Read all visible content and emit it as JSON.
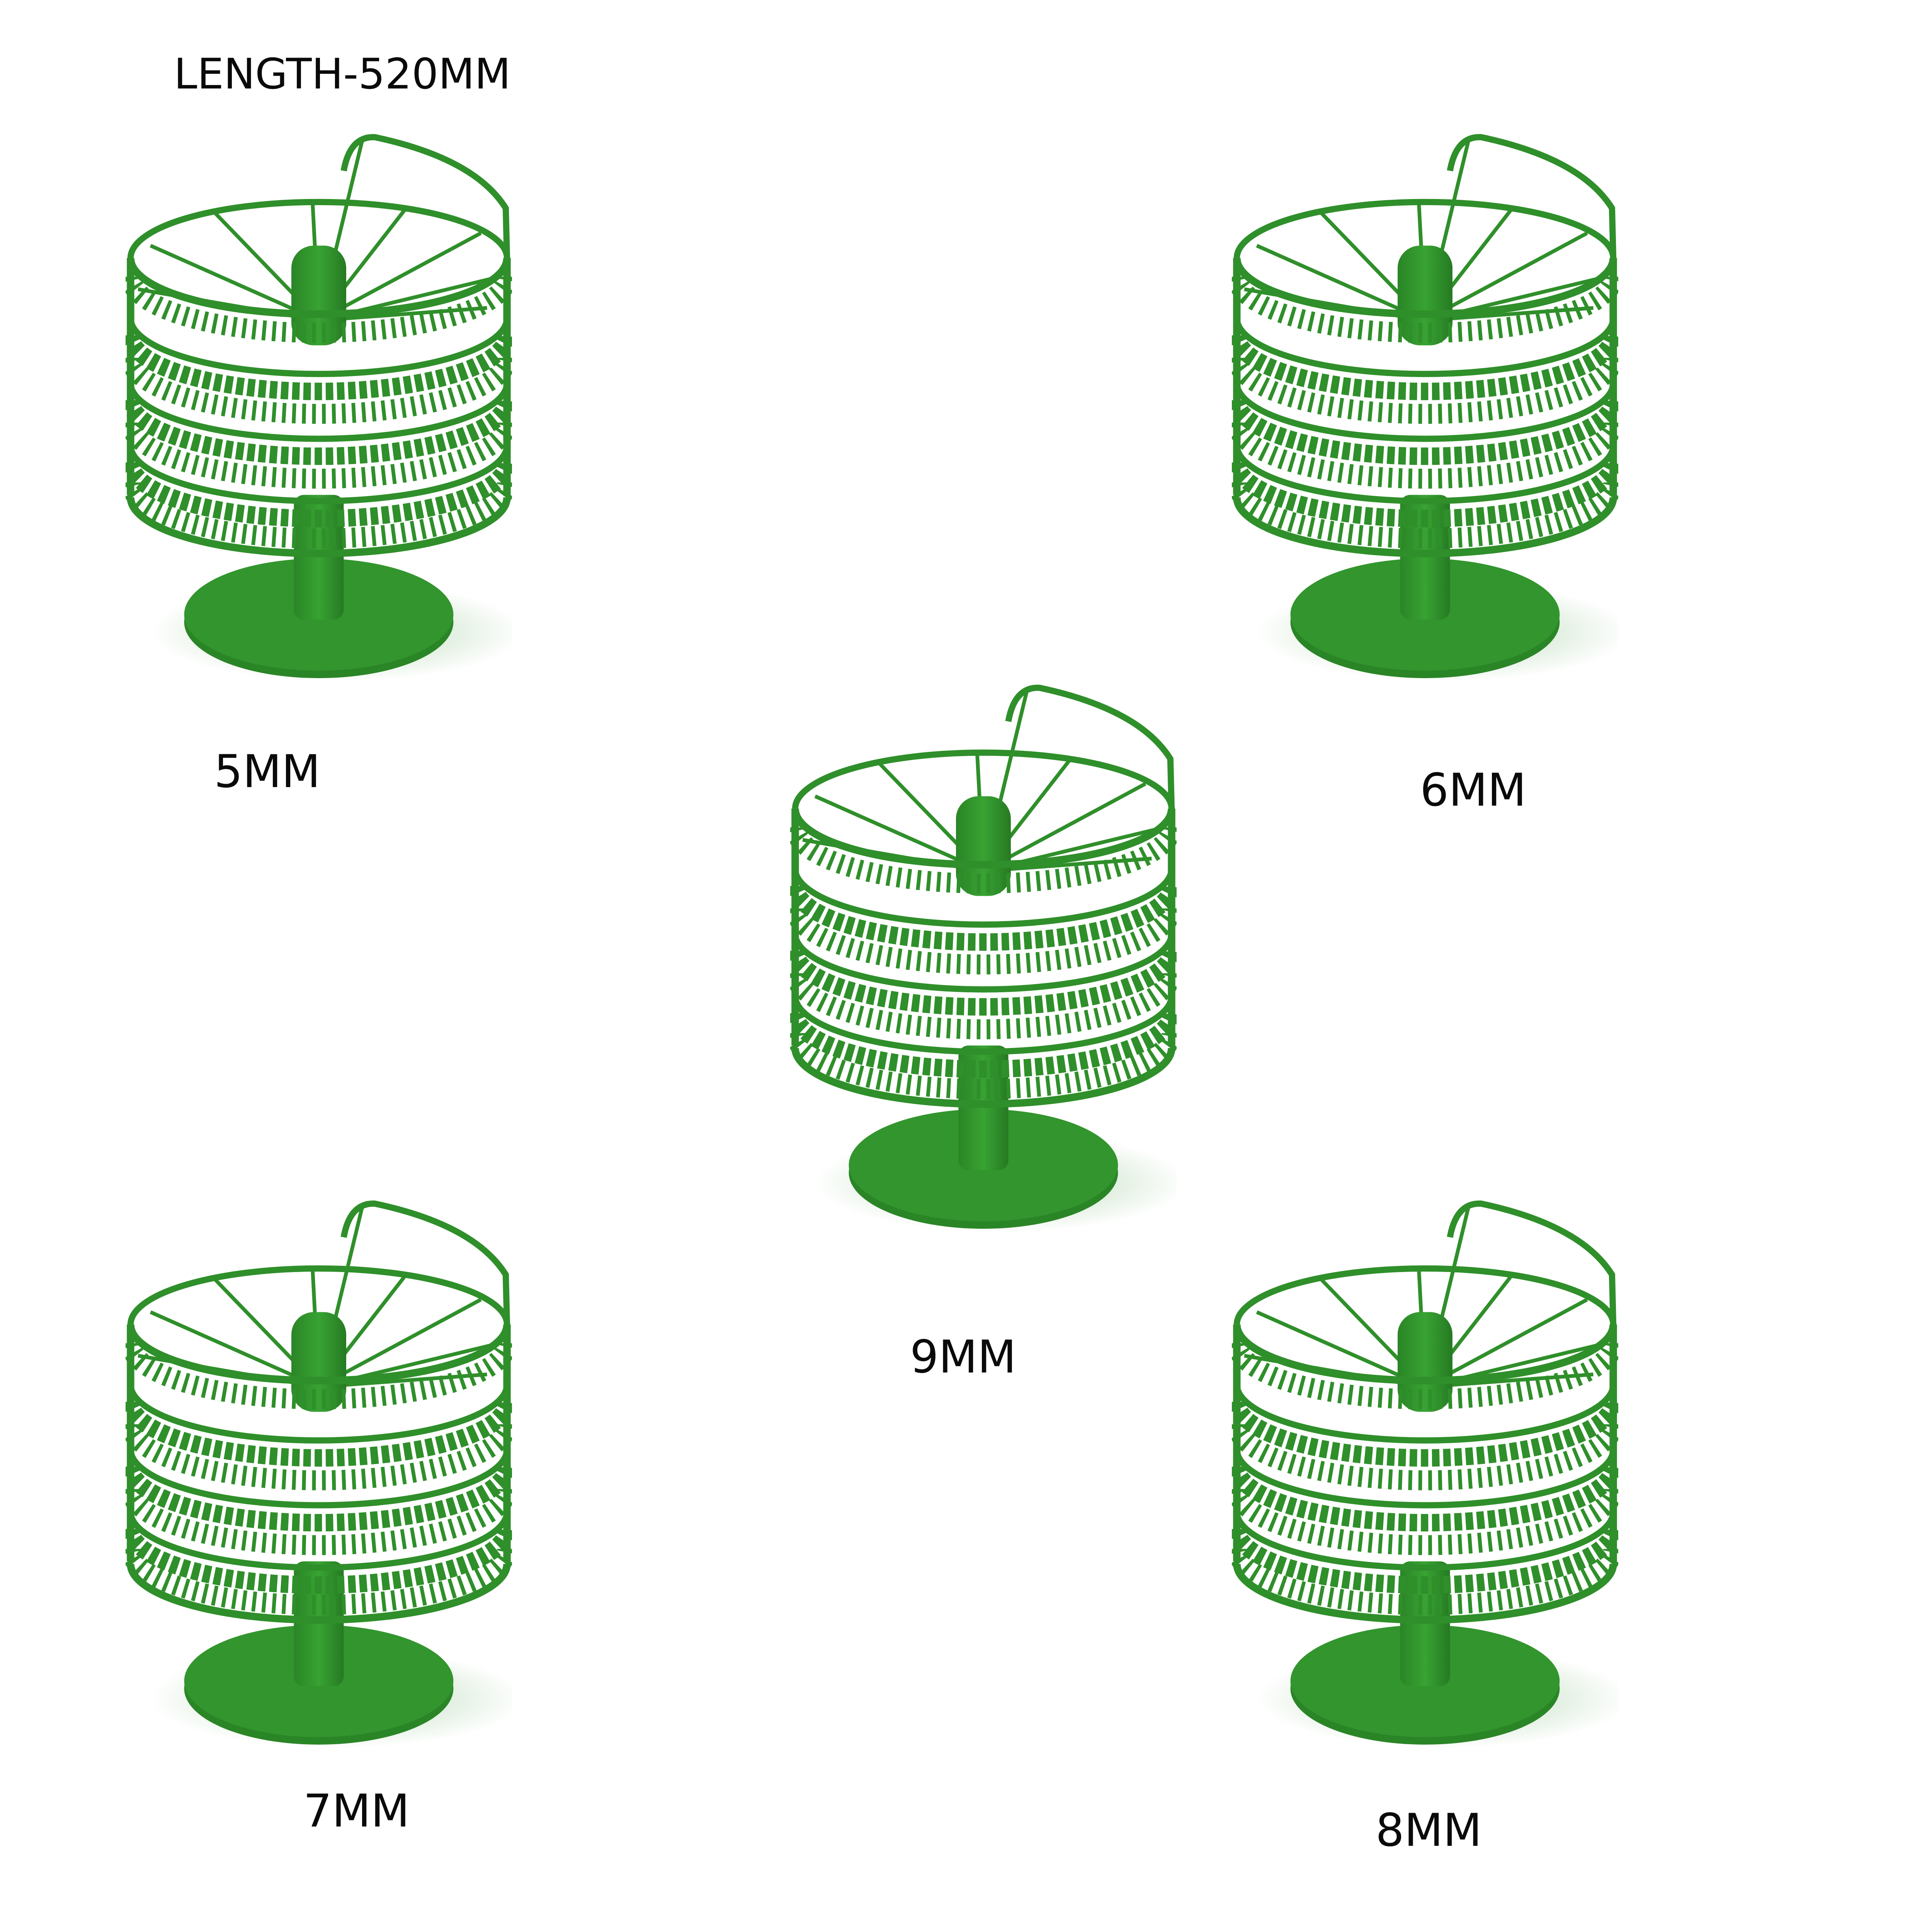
{
  "title": "LENGTH-520MM",
  "product_color": "#2f8f2a",
  "items": [
    {
      "label": "5MM"
    },
    {
      "label": "6MM"
    },
    {
      "label": "9MM"
    },
    {
      "label": "7MM"
    },
    {
      "label": "8MM"
    }
  ]
}
